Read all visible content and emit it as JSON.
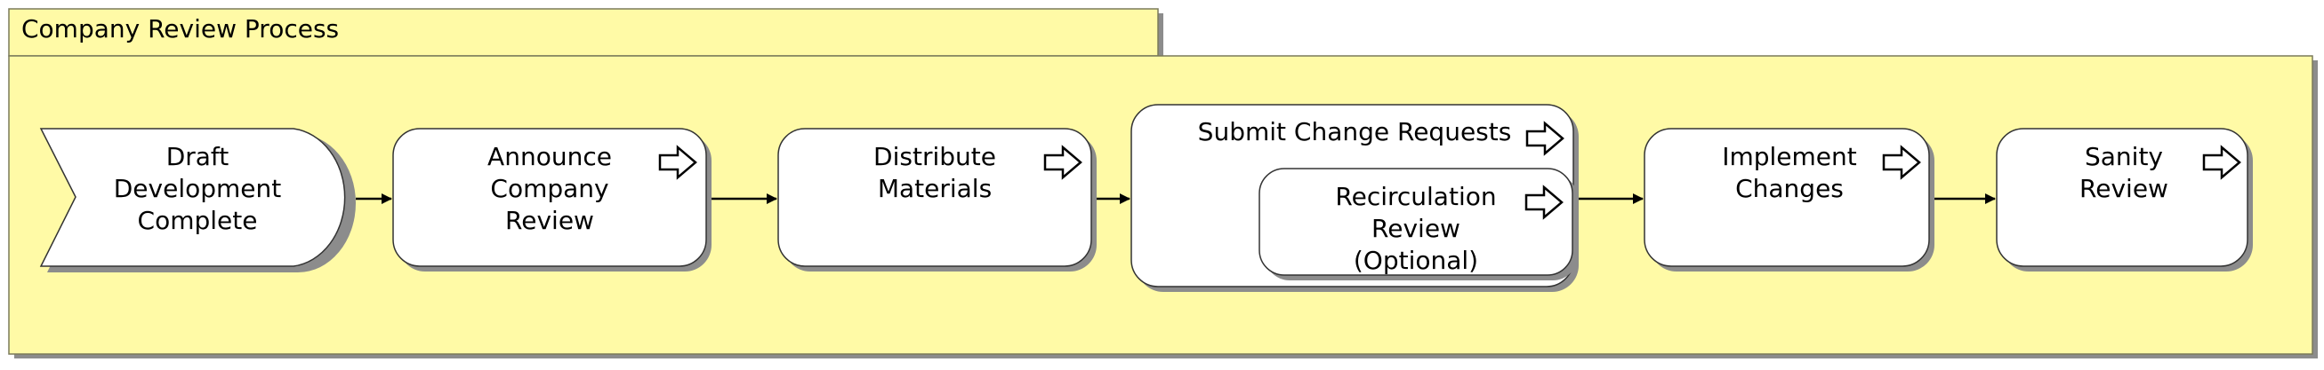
{
  "process": {
    "title": "Company Review Process",
    "start": {
      "lines": [
        "Draft",
        "Development",
        "Complete"
      ]
    },
    "steps": [
      {
        "lines": [
          "Announce",
          "Company",
          "Review"
        ],
        "icon": "arrow-right-outline-icon"
      },
      {
        "lines": [
          "Distribute",
          "Materials"
        ],
        "icon": "arrow-right-outline-icon"
      },
      {
        "lines": [
          "Submit Change Requests"
        ],
        "icon": "arrow-right-outline-icon",
        "substep": {
          "lines": [
            "Recirculation",
            "Review",
            "(Optional)"
          ],
          "icon": "arrow-right-outline-icon"
        }
      },
      {
        "lines": [
          "Implement",
          "Changes"
        ],
        "icon": "arrow-right-outline-icon"
      },
      {
        "lines": [
          "Sanity",
          "Review"
        ],
        "icon": "arrow-right-outline-icon"
      }
    ]
  },
  "colors": {
    "pool_fill": "#fffaa6",
    "pool_stroke": "#7a7a5a",
    "node_fill": "#ffffff",
    "shadow": "#8c8c8c",
    "stroke": "#333333"
  }
}
